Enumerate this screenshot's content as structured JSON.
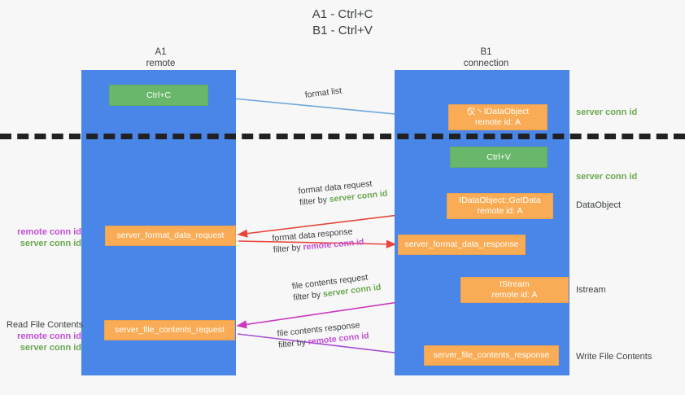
{
  "title": {
    "line1": "A1 - Ctrl+C",
    "line2": "B1 - Ctrl+V"
  },
  "lanes": [
    {
      "name": "A1",
      "sub": "remote"
    },
    {
      "name": "B1",
      "sub": "connection"
    }
  ],
  "boxes": {
    "ctrl_c": "Ctrl+C",
    "ctrl_v": "Ctrl+V",
    "idataobject": {
      "line1": "仅㇔IDataObject",
      "line2": "remote id: A"
    },
    "getdata": {
      "line1": "IDataObject::GetData",
      "line2": "remote id: A"
    },
    "istream": {
      "line1": "IStream",
      "line2": "remote id: A"
    },
    "server_format_data_request": "server_format_data_request",
    "server_format_data_response": "server_format_data_response",
    "server_file_contents_request": "server_file_contents_request",
    "server_file_contents_response": "server_file_contents_response"
  },
  "captions": {
    "format_list": "format list",
    "format_data_request": "format data request",
    "format_data_response": "format data response",
    "file_contents_request": "file contents request",
    "file_contents_response": "file contents response",
    "filter_by": "filter by",
    "server_conn_id": "server conn id",
    "remote_conn_id": "remote conn id"
  },
  "side_labels": {
    "server_conn_id": "server conn id",
    "remote_conn_id": "remote conn id",
    "dataobject": "DataObject",
    "istream": "Istream",
    "write_file_contents": "Write File Contents",
    "read_file_contents": "Read File Contents"
  },
  "colors": {
    "lane": "#4a86e8",
    "green_box": "#69b76a",
    "orange_box": "#f9ac55",
    "green_text": "#6aa84f",
    "purple_text": "#c24fd4",
    "arrow_blue": "#6fa8dc",
    "arrow_red": "#e8453c",
    "arrow_magenta": "#cc37c0",
    "arrow_purple": "#a64fd4",
    "arrow_black": "#202124",
    "background": "#f7f7f7"
  }
}
